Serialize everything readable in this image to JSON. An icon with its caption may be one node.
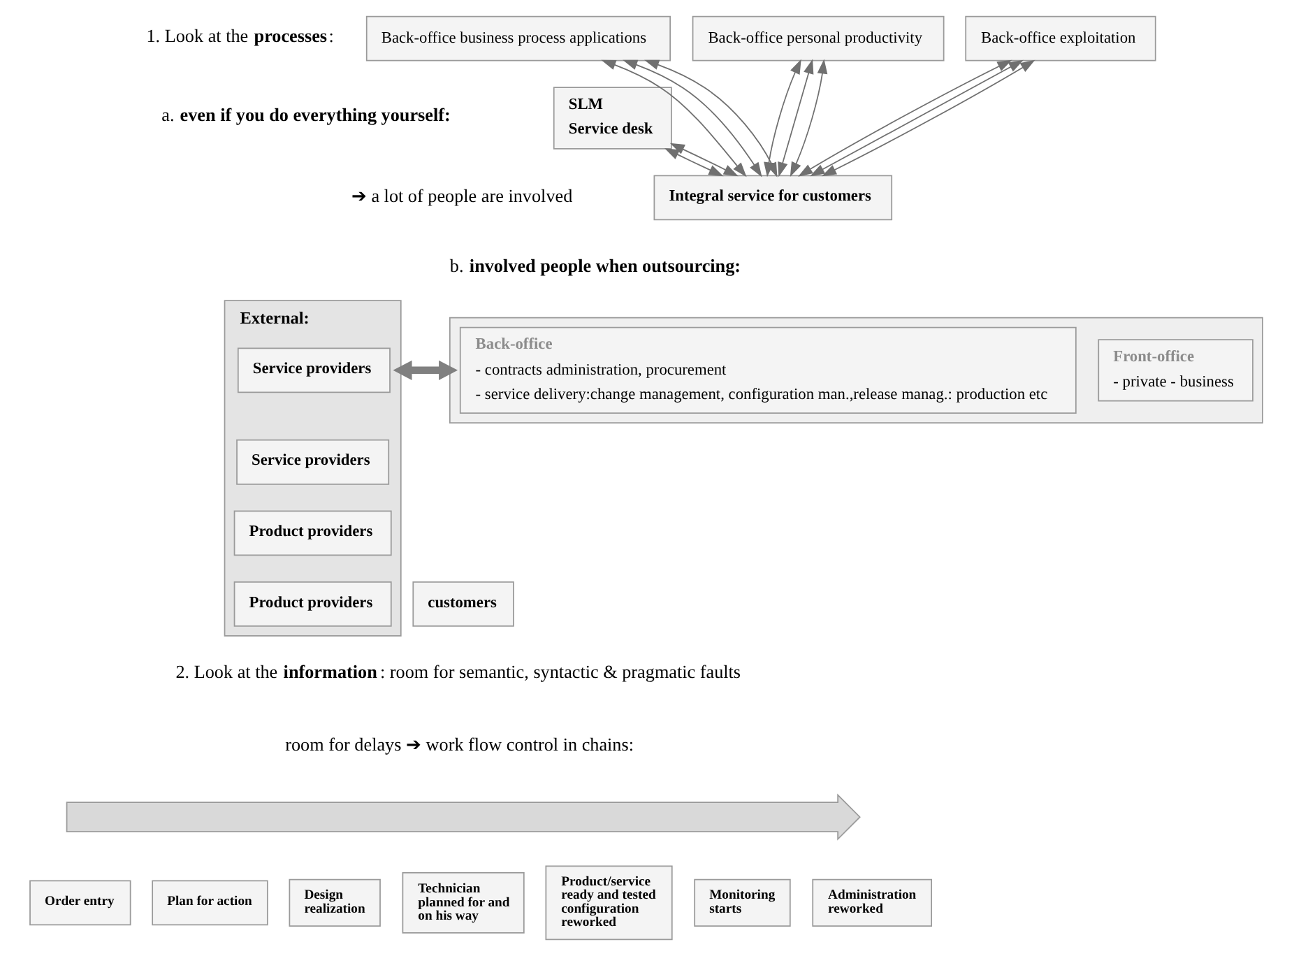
{
  "diagram": {
    "nodes": [
      {
        "text": [
          "SLM",
          "Service desk"
        ]
      },
      {
        "text": [
          "Back-office business process applications"
        ]
      },
      {
        "text": [
          "Back-office personal productivity"
        ]
      },
      {
        "text": [
          "Back-office exploitation"
        ]
      },
      {
        "text": [
          "Integral service for customers"
        ]
      },
      {
        "text": [
          "customers"
        ]
      },
      {
        "text": [],
        "shape": "box"
      },
      {
        "text": [
          "Front-office",
          "- private - business"
        ],
        "in": 6
      },
      {
        "text": [
          "Back-office",
          "- contracts administration, procurement",
          "- service delivery:change management, configuration man.,release manag.: production etc"
        ],
        "in": 6
      },
      {
        "text": [
          "External:"
        ]
      },
      {
        "text": [
          "Service providers"
        ],
        "in": 9
      },
      {
        "text": [
          "Service providers"
        ],
        "in": 9
      },
      {
        "text": [
          "Product providers"
        ],
        "in": 9
      },
      {
        "text": [
          "Product providers"
        ],
        "in": 9
      },
      {
        "text": [],
        "shape": "arrow"
      },
      {
        "text": [
          "Order entry"
        ]
      },
      {
        "text": [
          "Plan for action"
        ]
      },
      {
        "text": [
          "Design realization"
        ]
      },
      {
        "text": [
          "Technician planned for and on his way"
        ]
      },
      {
        "text": [
          "Product/service ready and tested configuration reworked"
        ]
      },
      {
        "text": [
          "Monitoring starts"
        ]
      },
      {
        "text": [
          "Administration reworked"
        ]
      }
    ],
    "edges": [
      {
        "from": 0,
        "to": 4,
        "arrow": "both"
      },
      {
        "from": 0,
        "to": 4,
        "arrow": "both"
      },
      {
        "from": 1,
        "to": 4,
        "arrow": "both"
      },
      {
        "from": 2,
        "to": 4,
        "arrow": "both"
      },
      {
        "from": 3,
        "to": 4,
        "arrow": "both"
      },
      {
        "from": 1,
        "to": 4,
        "arrow": "both"
      },
      {
        "from": 2,
        "to": 4,
        "arrow": "both"
      },
      {
        "from": 3,
        "to": 4,
        "arrow": "both"
      },
      {
        "from": 1,
        "to": 4,
        "arrow": "both"
      },
      {
        "from": 2,
        "to": 4,
        "arrow": "both"
      },
      {
        "from": 3,
        "to": 4,
        "arrow": "both"
      },
      {
        "from": 6,
        "to": 9,
        "arrow": "both",
        "style": "thick"
      }
    ],
    "labels": [
      "1. Look at the **processes**:",
      "a. **even if you do everything yourself:**",
      "➔ a lot of people are involved",
      "b. **involved people when outsourcing:**",
      "2. Look at the **information**: room for semantic, syntactic & pragmatic faults",
      "room for delays ➔ work flow control in chains:"
    ]
  }
}
